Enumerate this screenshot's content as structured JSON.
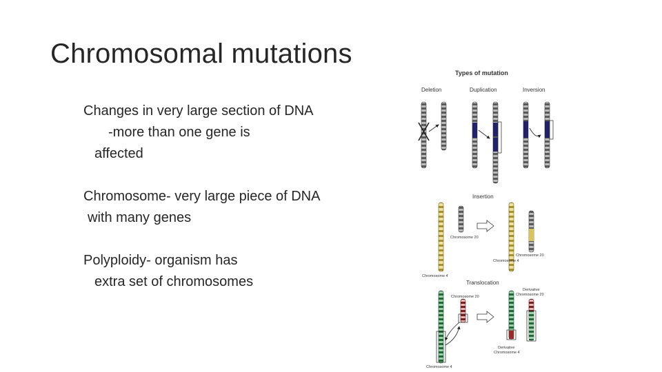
{
  "slide": {
    "title": "Chromosomal mutations",
    "body": {
      "p1_line1": "Changes in very large section of DNA",
      "p1_line2": "-more than one gene is",
      "p1_line3": "affected",
      "p2_line1": "Chromosome- very large piece of DNA",
      "p2_line2": "with many genes",
      "p3_line1": "Polyploidy- organism has",
      "p3_line2": "extra set of chromosomes"
    }
  },
  "figure": {
    "title": "Types of mutation",
    "deletion": "Deletion",
    "duplication": "Duplication",
    "inversion": "Inversion",
    "insertion": "Insertion",
    "translocation": "Translocation",
    "chromosome_20": "Chromosome 20",
    "chromosome_4": "Chromosome 4",
    "derivative_20_l1": "Derivative",
    "derivative_20_l2": "Chromosome 20",
    "derivative_4_l1": "Derivative",
    "derivative_4_l2": "Chromosome 4",
    "colors": {
      "grey": "#8a8a8a",
      "navy": "#22226a",
      "yellow": "#d9c35a",
      "green": "#2f8a4a",
      "red": "#9b2a2a"
    }
  }
}
